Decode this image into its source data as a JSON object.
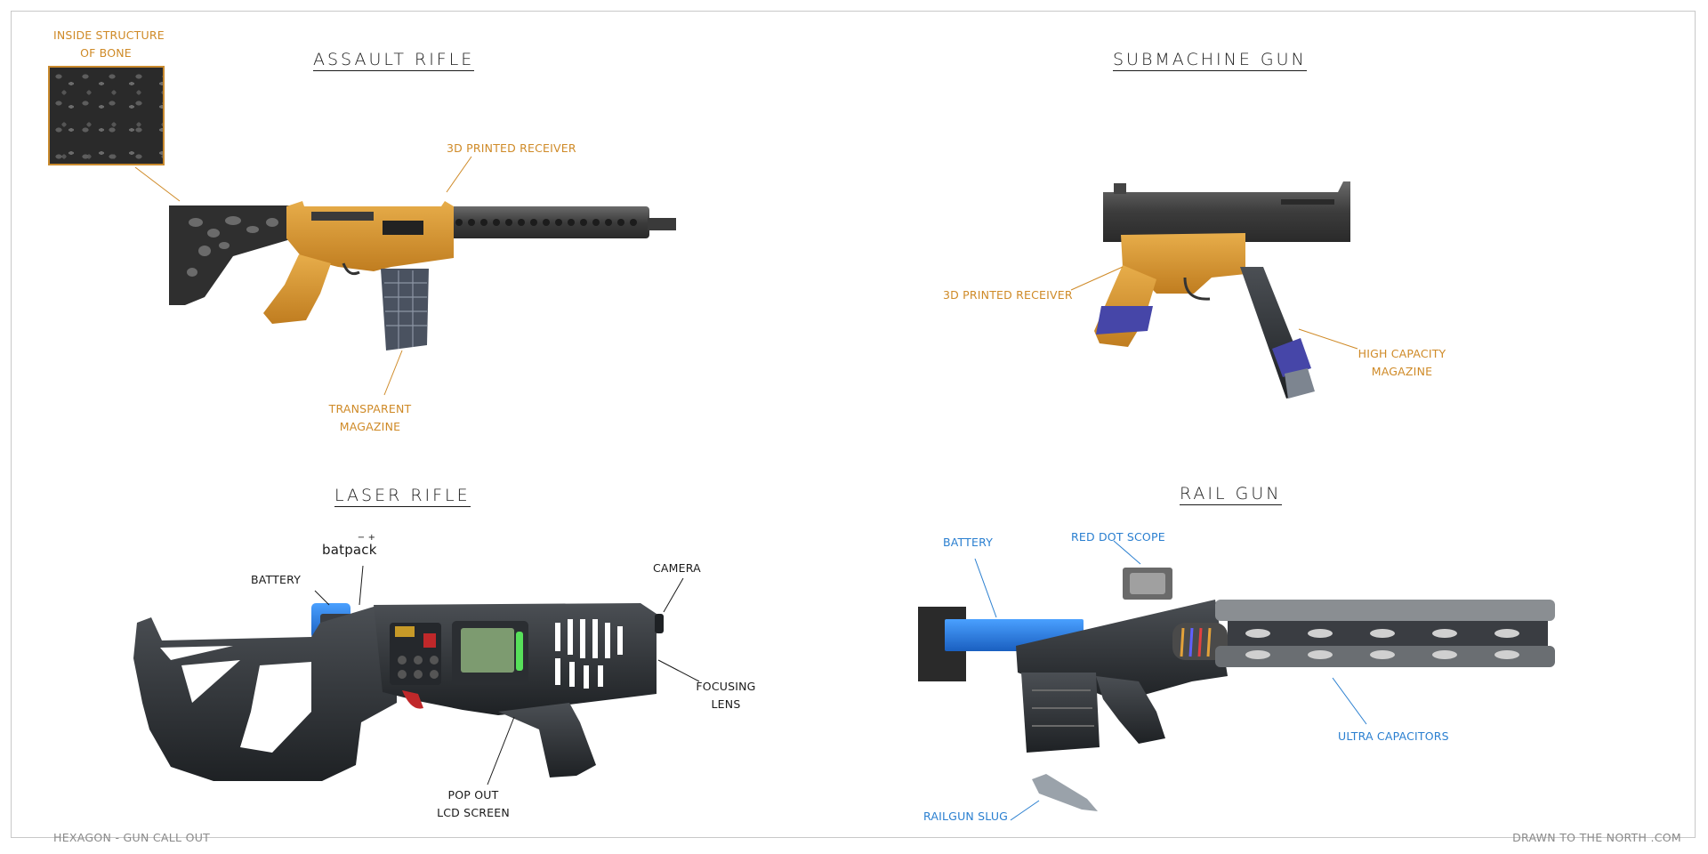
{
  "sections": {
    "assault_rifle": {
      "title": "ASSAULT RIFLE",
      "callouts": {
        "bone": [
          "INSIDE STRUCTURE",
          "OF BONE"
        ],
        "receiver": "3D PRINTED RECEIVER",
        "magazine": [
          "TRANSPARENT",
          "MAGAZINE"
        ]
      }
    },
    "submachine_gun": {
      "title": "SUBMACHINE GUN",
      "callouts": {
        "receiver": "3D PRINTED RECEIVER",
        "magazine": [
          "HIGH CAPACITY",
          "MAGAZINE"
        ]
      }
    },
    "laser_rifle": {
      "title": "LASER RIFLE",
      "brand": "batpack",
      "brand_polarity": "− +",
      "callouts": {
        "battery": "BATTERY",
        "camera": "CAMERA",
        "lens": [
          "FOCUSING",
          "LENS"
        ],
        "screen": [
          "POP OUT",
          "LCD SCREEN"
        ]
      }
    },
    "rail_gun": {
      "title": "RAIL GUN",
      "callouts": {
        "battery": "BATTERY",
        "scope": "RED DOT SCOPE",
        "capacitors": "ULTRA CAPACITORS",
        "slug": "RAILGUN SLUG"
      }
    }
  },
  "footer": {
    "left": "HEXAGON - GUN CALL OUT",
    "right": "DRAWN TO THE NORTH .COM"
  },
  "colors": {
    "orange": "#cf8a27",
    "blue": "#2a7fd0",
    "black": "#1a1a1a",
    "receiver": "#d99a33",
    "metal": "#4a4a4a",
    "battery_blue": "#2d7fe0",
    "grip_purple": "#4a4aa0"
  }
}
